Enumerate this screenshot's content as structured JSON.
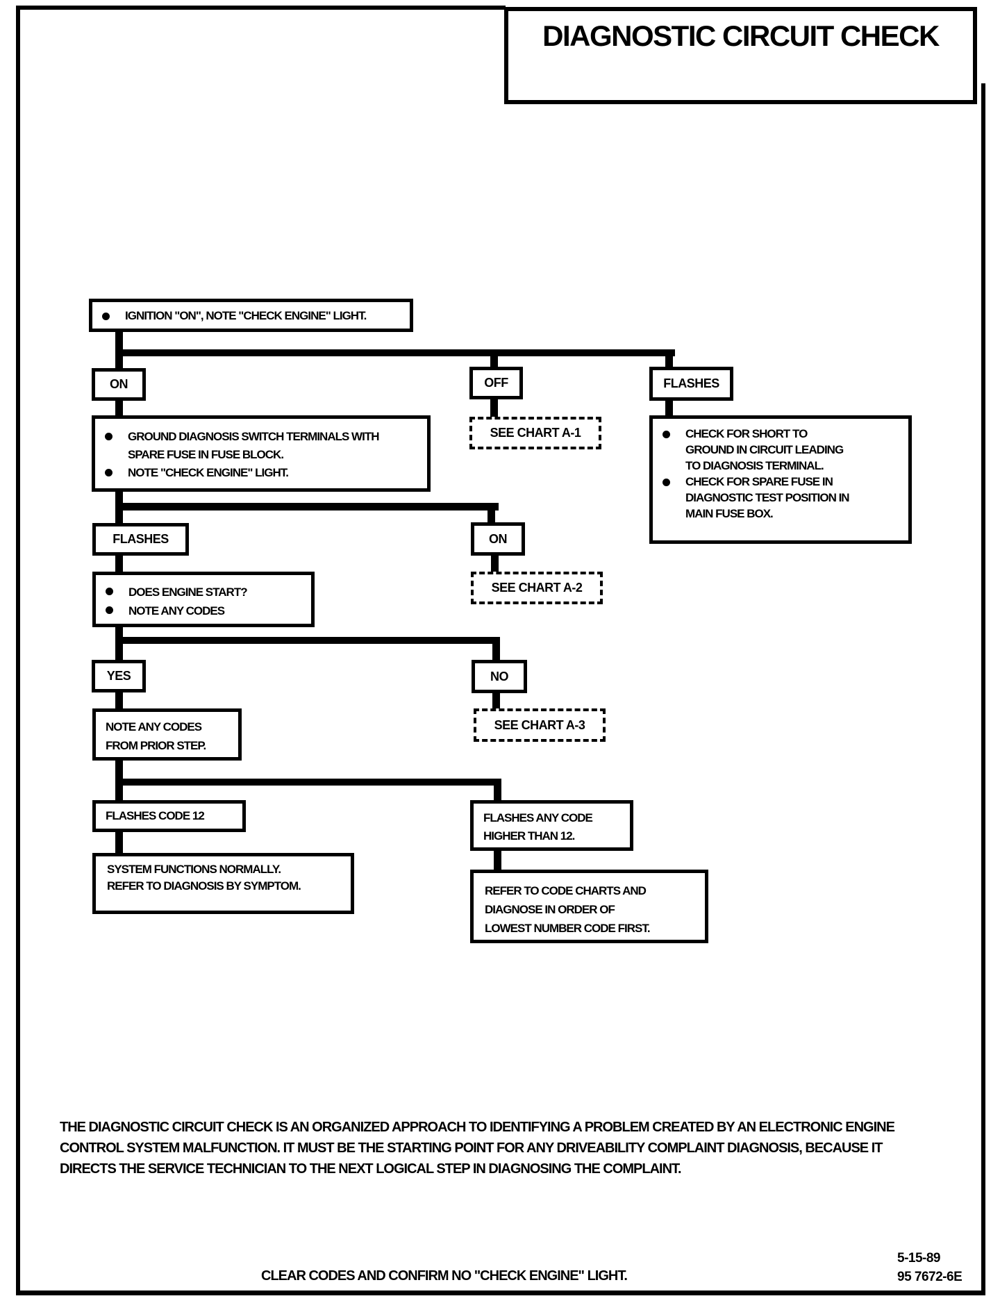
{
  "page": {
    "title": "DIAGNOSTIC CIRCUIT CHECK",
    "description": "THE DIAGNOSTIC CIRCUIT CHECK IS AN ORGANIZED APPROACH TO IDENTIFYING A PROBLEM CREATED BY AN ELECTRONIC ENGINE CONTROL SYSTEM MALFUNCTION.  IT MUST BE THE STARTING POINT FOR ANY DRIVEABILITY COMPLAINT DIAGNOSIS, BECAUSE IT DIRECTS THE SERVICE TECHNICIAN TO THE NEXT LOGICAL STEP IN DIAGNOSING THE COMPLAINT.",
    "footer_instruction": "CLEAR CODES AND CONFIRM NO \"CHECK ENGINE\" LIGHT.",
    "date": "5-15-89",
    "doc_code": "95 7672-6E",
    "colors": {
      "ink": "#000000",
      "paper": "#ffffff"
    },
    "bullet_icon": "filled-circle"
  },
  "flowchart": {
    "start": {
      "bullets": [
        "IGNITION \"ON\", NOTE \"CHECK ENGINE\" LIGHT."
      ]
    },
    "branch_light_state": {
      "on_label": "ON",
      "off_label": "OFF",
      "flashes_label": "FLASHES"
    },
    "see_chart_a1": "SEE CHART A-1",
    "ground_diagnosis": {
      "bullets": [
        "GROUND DIAGNOSIS SWITCH TERMINALS WITH SPARE FUSE IN FUSE BLOCK.",
        "NOTE \"CHECK ENGINE\" LIGHT."
      ]
    },
    "check_short": {
      "bullets": [
        "CHECK FOR SHORT TO GROUND IN CIRCUIT LEADING TO DIAGNOSIS TERMINAL.",
        "CHECK FOR SPARE FUSE IN DIAGNOSTIC TEST POSITION IN MAIN FUSE BOX."
      ]
    },
    "branch_ground_result": {
      "flashes_label": "FLASHES",
      "on_label": "ON"
    },
    "see_chart_a2": "SEE CHART A-2",
    "engine_start": {
      "bullets": [
        "DOES ENGINE START?",
        "NOTE ANY CODES"
      ]
    },
    "branch_start_result": {
      "yes_label": "YES",
      "no_label": "NO"
    },
    "see_chart_a3": "SEE CHART A-3",
    "note_codes": "NOTE ANY CODES FROM PRIOR STEP.",
    "branch_codes": {
      "code12_label": "FLASHES CODE 12",
      "higher_label": "FLASHES ANY CODE HIGHER THAN 12."
    },
    "system_normal": "SYSTEM FUNCTIONS NORMALLY. REFER TO DIAGNOSIS BY SYMPTOM.",
    "refer_code_charts": "REFER TO CODE CHARTS AND DIAGNOSE IN ORDER OF LOWEST NUMBER CODE FIRST."
  }
}
